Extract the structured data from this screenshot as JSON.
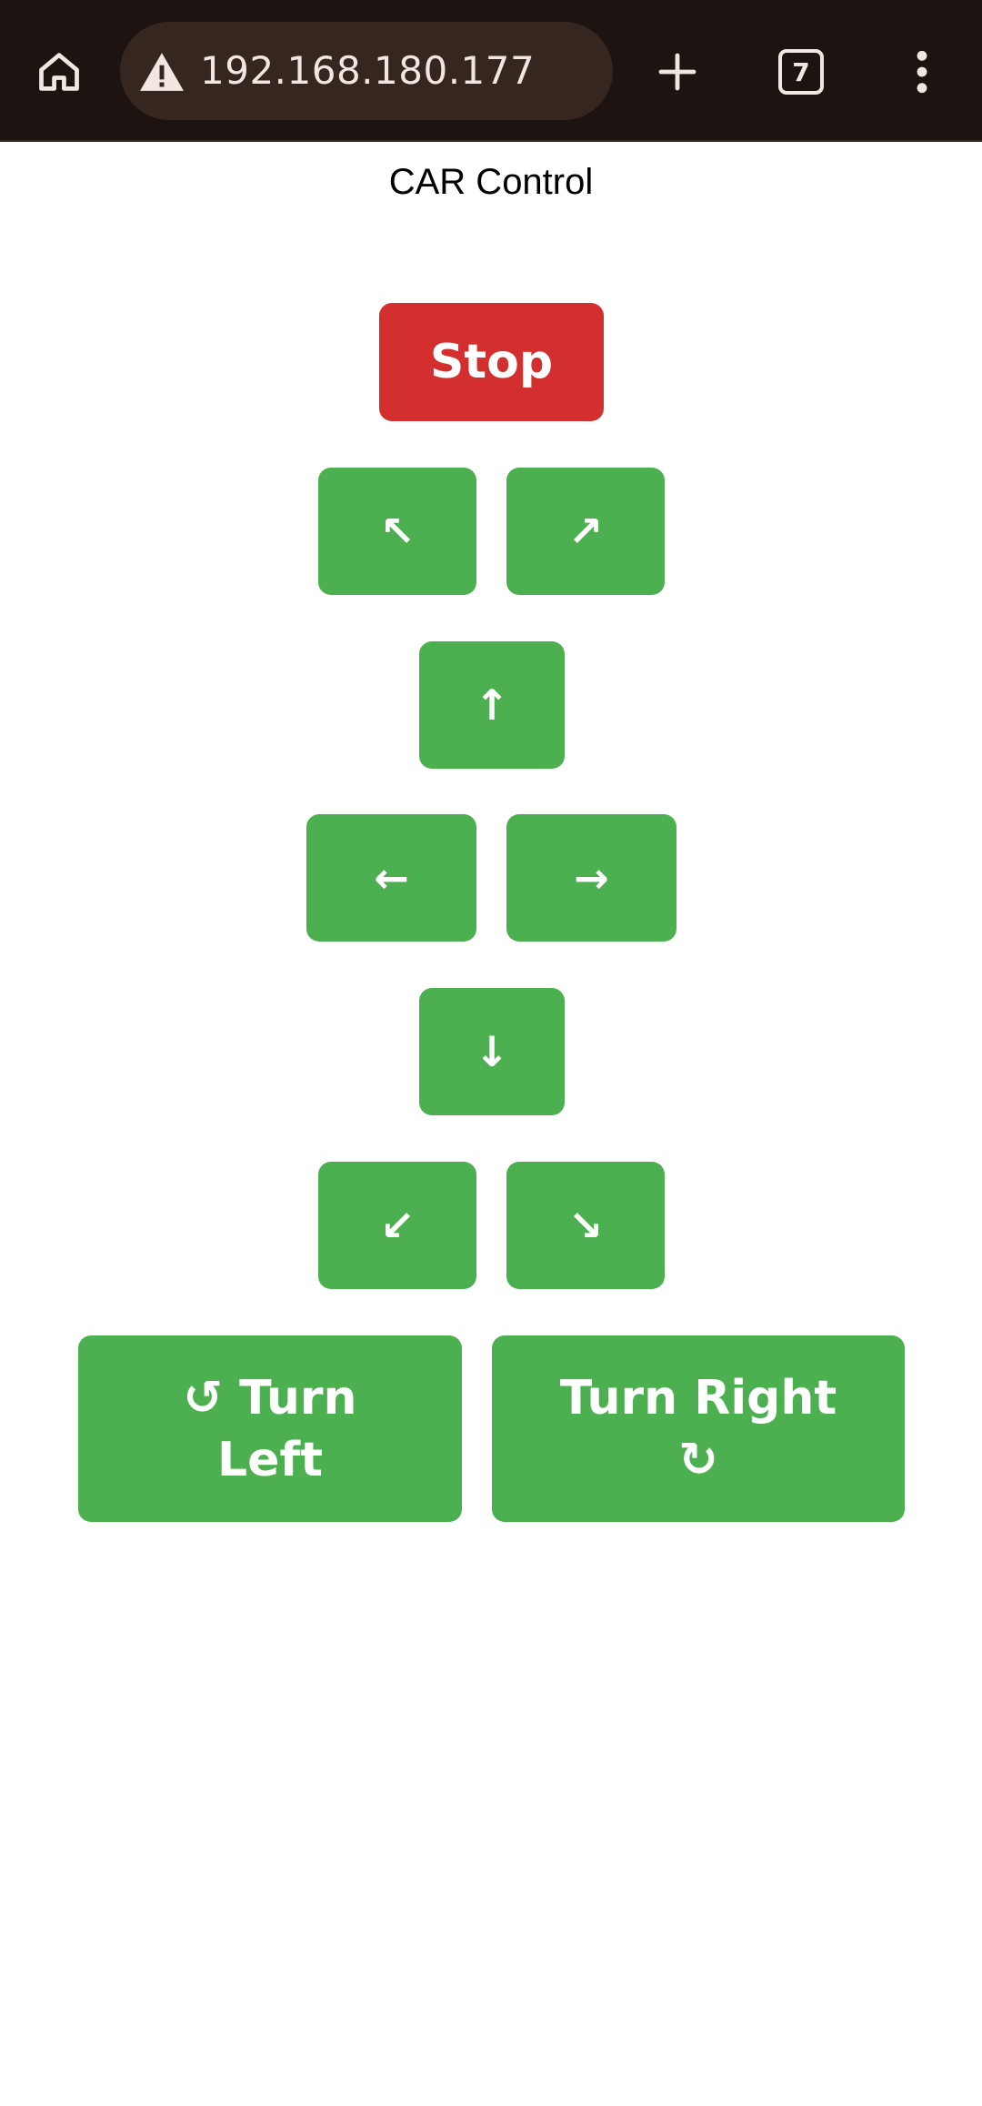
{
  "browser": {
    "url": "192.168.180.177",
    "tab_count": "7",
    "icons": {
      "home": "home-icon",
      "security": "warning-triangle-icon",
      "new_tab": "plus-icon",
      "tabs": "tab-switcher-icon",
      "menu": "more-vert-icon"
    },
    "colors": {
      "toolbar_bg": "#1d1411",
      "omnibox_bg": "#352620",
      "icon_fg": "#f2e6e0"
    }
  },
  "page": {
    "title": "CAR Control",
    "colors": {
      "move_button": "#4caf50",
      "stop_button": "#d32f2f"
    },
    "buttons": {
      "stop": "Stop",
      "forward_left": "↖",
      "forward_right": "↗",
      "forward": "↑",
      "left": "←",
      "right": "→",
      "backward": "↓",
      "backward_left": "↙",
      "backward_right": "↘",
      "turn_left_icon": "↺",
      "turn_left_word1": "Turn",
      "turn_left_word2": "Left",
      "turn_right_text": "Turn Right",
      "turn_right_icon": "↻"
    }
  }
}
